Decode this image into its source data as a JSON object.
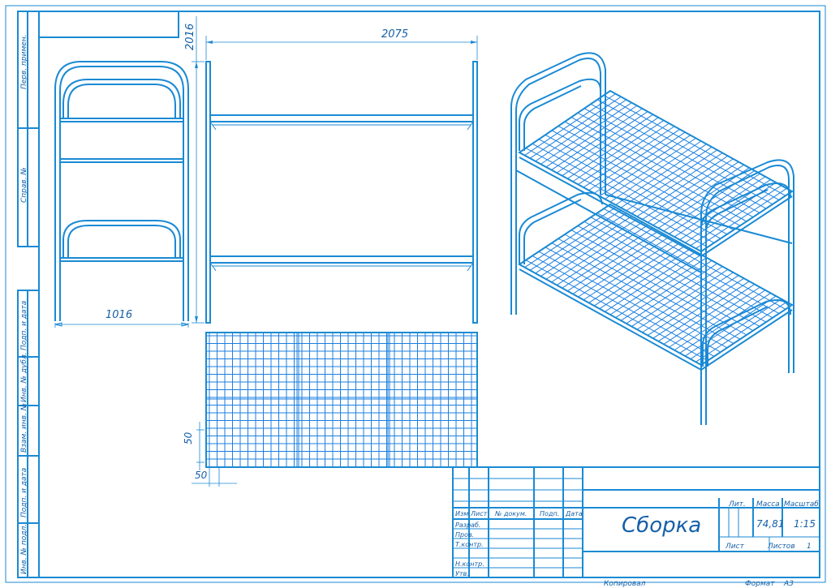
{
  "drawing": {
    "dimensions": {
      "length": "2075",
      "height": "2016",
      "width": "1016",
      "mesh_v": "50",
      "mesh_h": "50"
    },
    "title": "Сборка",
    "mass": "74,81",
    "scale": "1:15",
    "sheet_label": "Лист",
    "sheets_label": "Листов",
    "sheets_count": "1",
    "header": {
      "lit": "Лит.",
      "massa": "Масса",
      "masshtab": "Масштаб"
    },
    "stamp_cols": [
      "Изм.",
      "Лист",
      "№ докум.",
      "Подп.",
      "Дата"
    ],
    "stamp_rows": [
      "Разраб.",
      "Пров.",
      "Т.контр.",
      "",
      "Н.контр.",
      "Утв."
    ],
    "copied": "Копировал",
    "format": "Формат",
    "format_value": "А3",
    "side_labels": [
      "Перв. примен.",
      "Справ. №",
      "Подп. и дата",
      "Инв. № дубл.",
      "Взам. инв. №",
      "Подп. и дата",
      "Инв. № подл."
    ]
  }
}
